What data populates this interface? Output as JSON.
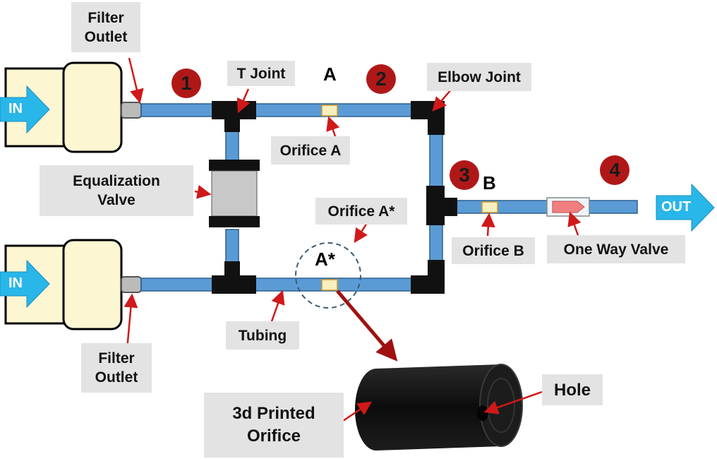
{
  "labels": {
    "filter_outlet_top_line1": "Filter",
    "filter_outlet_top_line2": "Outlet",
    "filter_outlet_bottom_line1": "Filter",
    "filter_outlet_bottom_line2": "Outlet",
    "t_joint": "T Joint",
    "elbow_joint": "Elbow Joint",
    "orifice_a": "Orifice A",
    "orifice_a_star": "Orifice A*",
    "orifice_b": "Orifice B",
    "equalization_valve_line1": "Equalization",
    "equalization_valve_line2": "Valve",
    "one_way_valve": "One Way Valve",
    "tubing": "Tubing",
    "printed_orifice_line1": "3d Printed",
    "printed_orifice_line2": "Orifice",
    "hole": "Hole"
  },
  "markers": {
    "a": "A",
    "a_star": "A*",
    "b": "B"
  },
  "numbers": [
    "1",
    "2",
    "3",
    "4"
  ],
  "flow": {
    "in_top": "IN",
    "in_bottom": "IN",
    "out": "OUT"
  },
  "colors": {
    "tube": "#5b9bd5",
    "joint": "#111111",
    "filter_fill": "#fdf6d3",
    "arrow": "#29b6e8",
    "pointer": "#d01919",
    "number_badge": "#b01818",
    "label_bg": "#e3e3e3"
  }
}
